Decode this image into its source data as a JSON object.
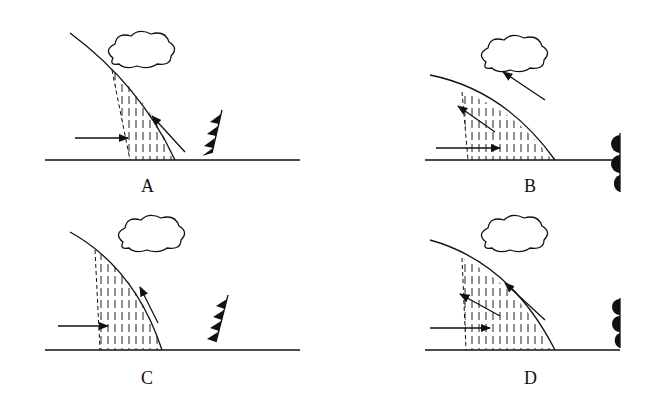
{
  "diagram": {
    "labels": [
      "A",
      "B",
      "C",
      "D"
    ]
  }
}
